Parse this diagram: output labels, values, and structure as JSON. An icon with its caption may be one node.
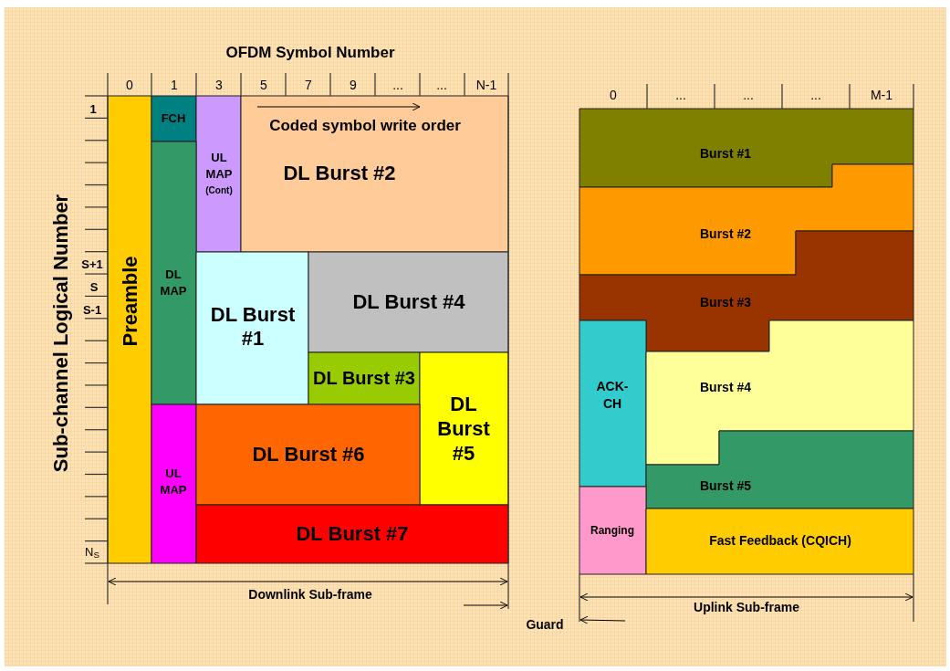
{
  "diagram": {
    "nodes": [
      {
        "text": [
          "Preamble"
        ]
      },
      {
        "text": [
          "FCH"
        ]
      },
      {
        "text": [
          "UL MAP",
          "(Cont)"
        ]
      },
      {
        "text": [
          "Coded symbol write order",
          "DL Burst #2"
        ]
      },
      {
        "text": [
          "DL MAP"
        ]
      },
      {
        "text": [
          "DL Burst #1"
        ]
      },
      {
        "text": [
          "DL Burst #4"
        ]
      },
      {
        "text": [
          "DL Burst #3"
        ]
      },
      {
        "text": [
          "DL Burst #5"
        ]
      },
      {
        "text": [
          "UL MAP"
        ]
      },
      {
        "text": [
          "DL Burst #6"
        ]
      },
      {
        "text": [
          "DL Burst #7"
        ]
      },
      {
        "text": [
          "Burst #1"
        ]
      },
      {
        "text": [
          "Burst #2"
        ]
      },
      {
        "text": [
          "Burst #3"
        ]
      },
      {
        "text": [
          "ACK-CH"
        ]
      },
      {
        "text": [
          "Burst #4"
        ]
      },
      {
        "text": [
          "Burst #5"
        ]
      },
      {
        "text": [
          "Ranging"
        ]
      },
      {
        "text": [
          "Fast Feedback (CQICH)"
        ]
      }
    ],
    "labels": [
      "OFDM Symbol Number",
      "0",
      "1",
      "3",
      "5",
      "7",
      "9",
      "...",
      "...",
      "N-1",
      "Sub-channel Logical Number",
      "1",
      "S+1",
      "S",
      "S-1",
      "N$_{S}$",
      "Downlink Sub-frame",
      "0",
      "...",
      "...",
      "...",
      "M-1",
      "Uplink Sub-frame",
      "Guard"
    ]
  }
}
